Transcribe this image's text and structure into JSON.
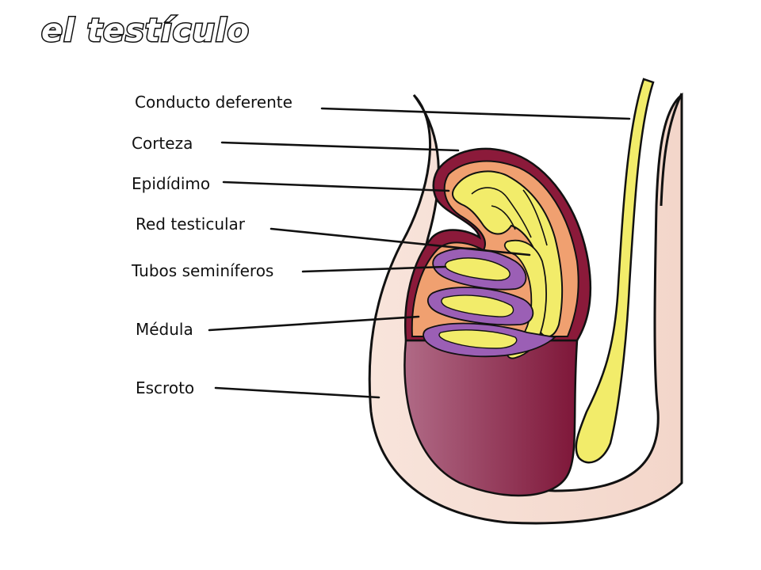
{
  "title": "el testículo",
  "labels": [
    {
      "id": "conducto-deferente",
      "text": "Conducto deferente"
    },
    {
      "id": "corteza",
      "text": "Corteza"
    },
    {
      "id": "epididimo",
      "text": "Epidídimo"
    },
    {
      "id": "red-testicular",
      "text": "Red testicular"
    },
    {
      "id": "tubos-seminiferos",
      "text": "Tubos seminíferos"
    },
    {
      "id": "medula",
      "text": "Médula"
    },
    {
      "id": "escroto",
      "text": "Escroto"
    }
  ],
  "colors": {
    "scrotum_skin": "#f6ddd3",
    "tunica_outer": "#8b1a3a",
    "cortex": "#f0a070",
    "tubule_purple": "#9b5fb5",
    "yellow_ducts": "#f2ec6a",
    "lower_testis": "#8e2a4c"
  }
}
